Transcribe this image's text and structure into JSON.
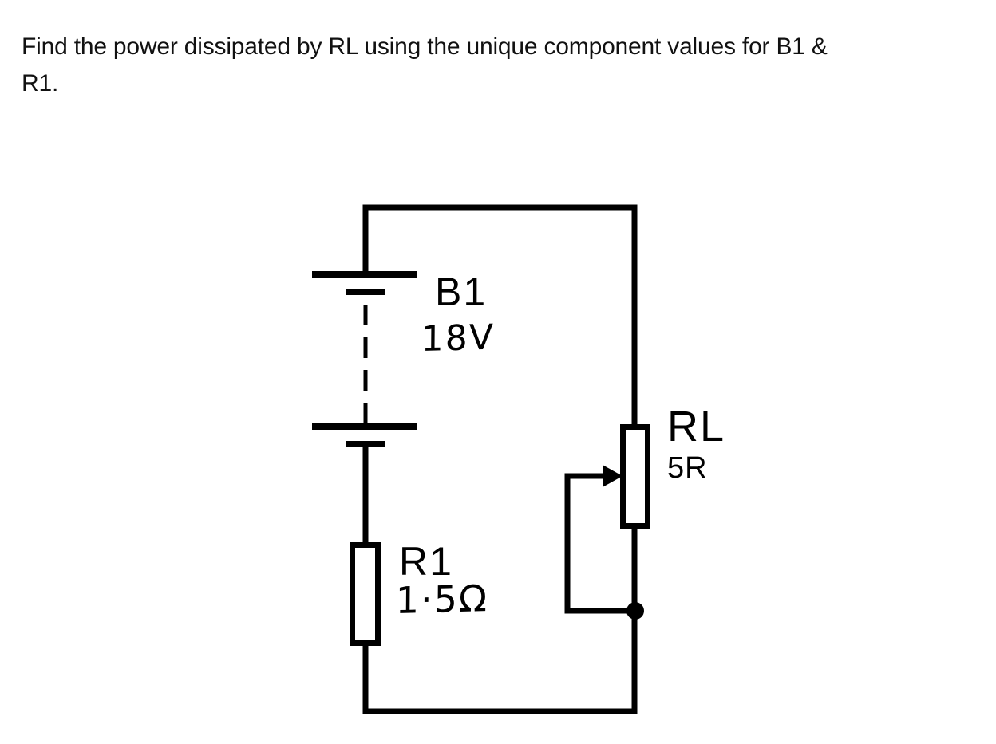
{
  "colors": {
    "background": "#ffffff",
    "ink": "#000000"
  },
  "question": {
    "full_text": "Find the power dissipated by RL using the unique component values for B1 & R1.",
    "lines": [
      "Find the power dissipated by RL using the unique component values for B1 &",
      "R1."
    ]
  },
  "circuit": {
    "components": [
      {
        "id": "B1",
        "type": "battery-multicell",
        "label": "B1",
        "value": "18V"
      },
      {
        "id": "R1",
        "type": "resistor",
        "label": "R1",
        "value": "1·5Ω"
      },
      {
        "id": "RL",
        "type": "rheostat-load",
        "label": "RL",
        "value": "5R"
      }
    ],
    "labels": {
      "b1_name": "B1",
      "b1_value": "18V",
      "r1_name": "R1",
      "r1_value": "1·5Ω",
      "rl_name": "RL",
      "rl_value": "5R"
    }
  }
}
